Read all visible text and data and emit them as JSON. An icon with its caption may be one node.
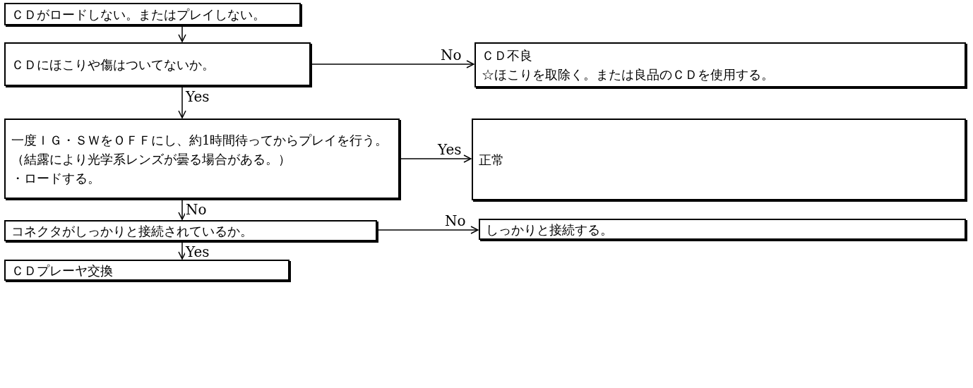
{
  "diagram": {
    "nodes": [
      {
        "text": [
          "ＣＤがロードしない。またはプレイしない。"
        ]
      },
      {
        "text": [
          "ＣＤにほこりや傷はついてないか。"
        ]
      },
      {
        "text": [
          "ＣＤ不良",
          "☆ほこりを取除く。または良品のＣＤを使用する。"
        ]
      },
      {
        "text": [
          "一度ＩＧ・ＳＷをＯＦＦにし、約1時間待ってからプレイを行う。（結露により光学系レンズが曇る場合がある。）",
          "・ロードする。"
        ]
      },
      {
        "text": [
          "正常"
        ]
      },
      {
        "text": [
          "コネクタがしっかりと接続されているか。"
        ]
      },
      {
        "text": [
          "しっかりと接続する。"
        ]
      },
      {
        "text": [
          "ＣＤプレーヤ交換"
        ]
      }
    ],
    "edges": [
      {
        "from": 0,
        "to": 1,
        "arrow": "to"
      },
      {
        "from": 1,
        "to": 2,
        "arrow": "to",
        "label": "No"
      },
      {
        "from": 1,
        "to": 3,
        "arrow": "to",
        "label": "Yes"
      },
      {
        "from": 3,
        "to": 4,
        "arrow": "to",
        "label": "Yes"
      },
      {
        "from": 3,
        "to": 5,
        "arrow": "to",
        "label": "No"
      },
      {
        "from": 5,
        "to": 6,
        "arrow": "to",
        "label": "No"
      },
      {
        "from": 5,
        "to": 7,
        "arrow": "to",
        "label": "Yes"
      }
    ]
  }
}
